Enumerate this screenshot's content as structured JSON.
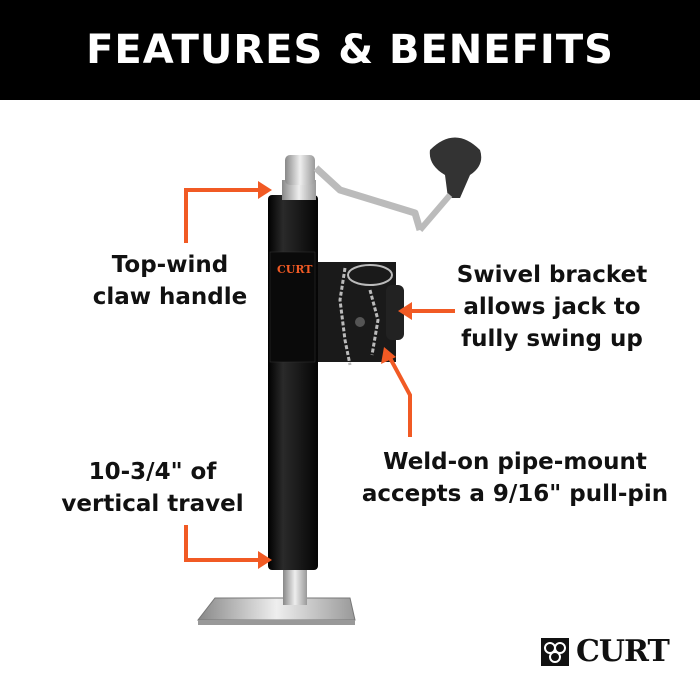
{
  "header": {
    "title": "FEATURES & BENEFITS"
  },
  "callouts": [
    {
      "lines": [
        "Top-wind",
        "claw handle"
      ]
    },
    {
      "lines": [
        "Swivel bracket",
        "allows jack to",
        "fully swing up"
      ]
    },
    {
      "lines": [
        "Weld-on pipe-mount",
        "accepts a 9/16\" pull-pin"
      ]
    },
    {
      "lines": [
        "10-3/4\" of",
        "vertical travel"
      ]
    }
  ],
  "product_label": {
    "brand": "CURT"
  },
  "brand_logo": {
    "text": "CURT"
  },
  "colors": {
    "accent": "#f15a24",
    "header_bg": "#000000",
    "jack": "#111111"
  }
}
